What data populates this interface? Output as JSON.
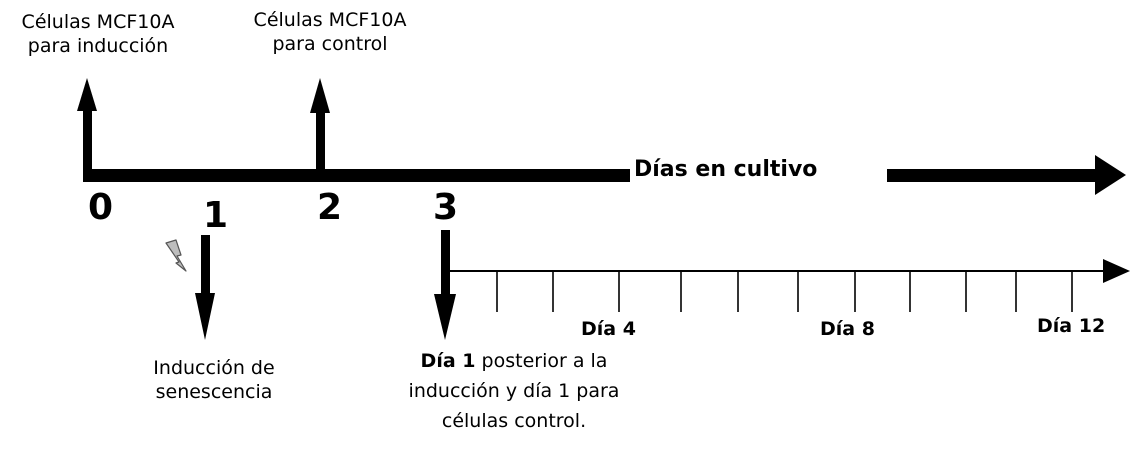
{
  "labels": {
    "cells_induction_line1": "Células MCF10A",
    "cells_induction_line2": "para inducción",
    "cells_control_line1": "Células MCF10A",
    "cells_control_line2": "para control",
    "main_axis_label": "Días en cultivo",
    "senescence_line1": "Inducción de",
    "senescence_line2": "senescencia",
    "day1_bold": "Día 1",
    "day1_line1_rest": " posterior a la",
    "day1_line2": "inducción y día 1 para",
    "day1_line3": "células control."
  },
  "main_ticks": [
    "0",
    "1",
    "2",
    "3"
  ],
  "sub_axis_days": [
    "Día 4",
    "Día 8",
    "Día 12"
  ],
  "icons": {
    "induction_event": "lightning-bolt-icon"
  }
}
